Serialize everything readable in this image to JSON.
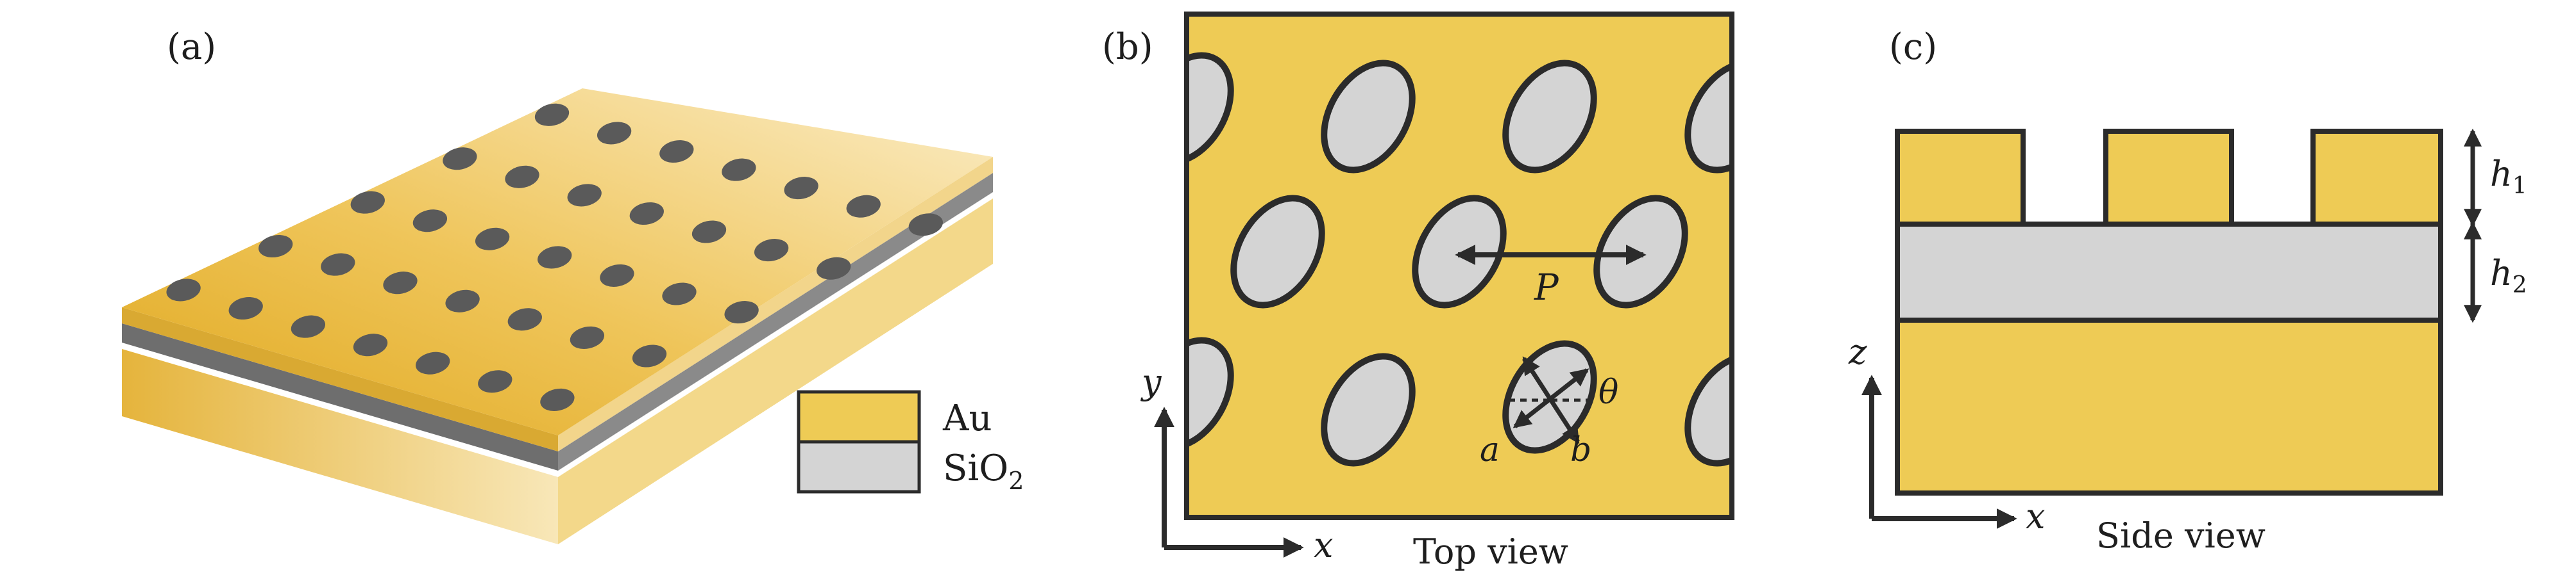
{
  "panels": {
    "a": {
      "label": "(a)"
    },
    "b": {
      "label": "(b)",
      "caption": "Top view"
    },
    "c": {
      "label": "(c)",
      "caption": "Side view"
    }
  },
  "legend": [
    {
      "text": "Au",
      "color": "#eecb55"
    },
    {
      "text": "SiO",
      "sub": "2",
      "color": "#d4d4d4"
    }
  ],
  "symbols": {
    "P": "P",
    "a": "a",
    "b": "b",
    "theta": "θ",
    "x": "x",
    "y": "y",
    "z": "z",
    "h1": "h",
    "h1_sub": "1",
    "h2": "h",
    "h2_sub": "2"
  },
  "colors": {
    "gold": "#eecb55",
    "silica": "#d4d4d4",
    "outline": "#2b2b2b"
  }
}
